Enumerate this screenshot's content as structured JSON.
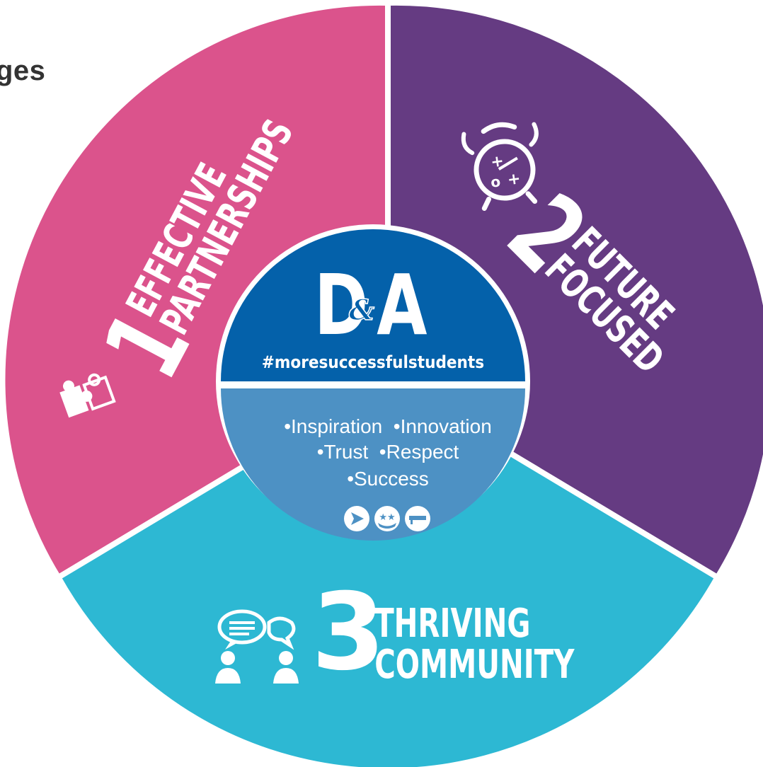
{
  "page": {
    "title_fragment": "ges"
  },
  "colors": {
    "pink": "#DB538C",
    "purple": "#653B82",
    "cyan": "#2DB8D3",
    "navy": "#0461AA",
    "lightblue": "#4D91C4",
    "white": "#FFFFFF"
  },
  "segments": [
    {
      "number": "1",
      "line1": "EFFECTIVE",
      "line2": "PARTNERSHIPS",
      "icon": "puzzle-icon",
      "color": "pink"
    },
    {
      "number": "2",
      "line1": "FUTURE",
      "line2": "FOCUSED",
      "icon": "alarm-clock-icon",
      "color": "purple"
    },
    {
      "number": "3",
      "line1": "THRIVING",
      "line2": "COMMUNITY",
      "icon": "community-chat-icon",
      "color": "cyan"
    }
  ],
  "center": {
    "logo": "D&A",
    "hashtag": "#moresuccessfulstudents",
    "values_line1": "•Inspiration  •Innovation",
    "values_line2": "•Trust  •Respect",
    "values_line3": "•Success",
    "badges": [
      "arrow-badge-icon",
      "hand-stars-badge-icon",
      "graduation-cap-badge-icon"
    ]
  }
}
